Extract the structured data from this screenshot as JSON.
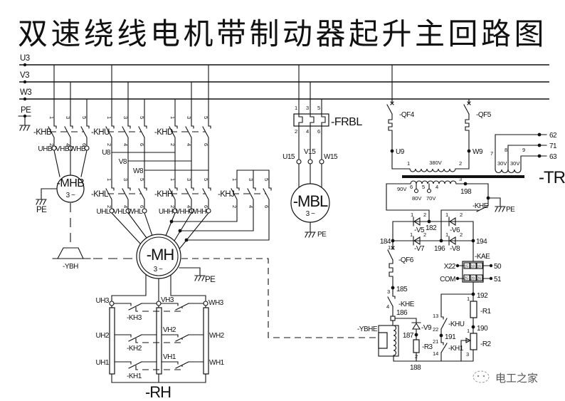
{
  "title": "双速绕线电机带制动器起升主回路图",
  "bus": {
    "u3": "U3",
    "v3": "V3",
    "w3": "W3",
    "pe": "PE"
  },
  "poles": {
    "top": [
      "1",
      "3",
      "5"
    ],
    "bottom": [
      "2",
      "4",
      "6"
    ]
  },
  "contactors": {
    "khb": "-KHB",
    "khu": "-KHU",
    "khd": "-KHD",
    "khl": "-KHL",
    "khh": "-KHH",
    "khj": "-KHJ"
  },
  "brake_motor": {
    "name": "-MHB",
    "phase": "3 ~",
    "terminals": [
      "UHB",
      "VHB",
      "WHB"
    ],
    "pe": "PE"
  },
  "brake": {
    "name": "-YBH"
  },
  "links": {
    "u8": "U8",
    "v8": "V8",
    "w8": "W8"
  },
  "main_motor": {
    "name": "-MH",
    "phase": "3 ~",
    "low_terminals": [
      "UHL",
      "VHL",
      "WHL"
    ],
    "high_terminals": [
      "UHH",
      "VHH",
      "WHH"
    ],
    "pe": "PE"
  },
  "rotor_resistor": {
    "name": "-RH",
    "u": [
      "UH3",
      "UH2",
      "UH1"
    ],
    "v": [
      "VH3",
      "VH2",
      "VH1"
    ],
    "w": [
      "WH3",
      "WH2",
      "WH1"
    ],
    "contacts": [
      "-KH3",
      "-KH2",
      "-KH1"
    ]
  },
  "fan_motor": {
    "name": "-MBL",
    "phase": "3 ~",
    "overload": "-FRBL",
    "terminals": [
      "U15",
      "V15",
      "W15"
    ],
    "pe": "PE"
  },
  "transformer": {
    "name": "-TR",
    "qf4": "-QF4",
    "qf5": "-QF5",
    "u9": "U9",
    "w9": "W9",
    "primary_pins": [
      "1",
      "2"
    ],
    "primary_voltage": "380V",
    "secondary_pins": [
      "7",
      "8",
      "9"
    ],
    "secondary_voltages": [
      "30V",
      "30V"
    ],
    "outputs": [
      "62",
      "71",
      "63"
    ],
    "aux_taps": [
      {
        "pin": "6",
        "voltage": "90V"
      },
      {
        "pin": "5",
        "voltage": "80V"
      },
      {
        "pin": "4",
        "voltage": "70V"
      }
    ],
    "aux_end_pin": "3",
    "node_198": "198",
    "pe": "PE"
  },
  "rectifier": {
    "khe": "-KHE",
    "diodes": [
      "-V5",
      "-V6",
      "-V7",
      "-V8"
    ],
    "diode_pins": [
      "1",
      "2"
    ],
    "nodes": {
      "n182": "182",
      "n184": "184",
      "n194": "194",
      "n196": "196"
    }
  },
  "brake_circuit": {
    "qf6": "-QF6",
    "qf6_pin": "1",
    "n185": "185",
    "khe": "-KHE",
    "khe_pins": [
      "3",
      "4"
    ],
    "n186": "186",
    "ybhe": "-YBHE",
    "v9": "-V9",
    "n187": "187",
    "r3": "-R3",
    "r3_pin": "2",
    "n188": "188",
    "kae": "-KAE",
    "kae_left": [
      "X22",
      "COM"
    ],
    "kae_right": [
      "50",
      "51"
    ],
    "kae_pins": [
      [
        "15",
        "18",
        "16"
      ],
      [
        "25",
        "28",
        "26"
      ]
    ],
    "n192": "192",
    "r1": "-R1",
    "r1_pin": "1",
    "n190": "190",
    "r2": "-R2",
    "r2_pins": [
      "1",
      "3"
    ],
    "khu": "-KHU",
    "khu_pins": [
      "13",
      "22"
    ],
    "n191": "191",
    "kh1": "-KH1",
    "kh1_pins": [
      "21",
      "14"
    ]
  },
  "watermark": {
    "text": "电工之家",
    "icon": "wechat-logo-icon"
  }
}
